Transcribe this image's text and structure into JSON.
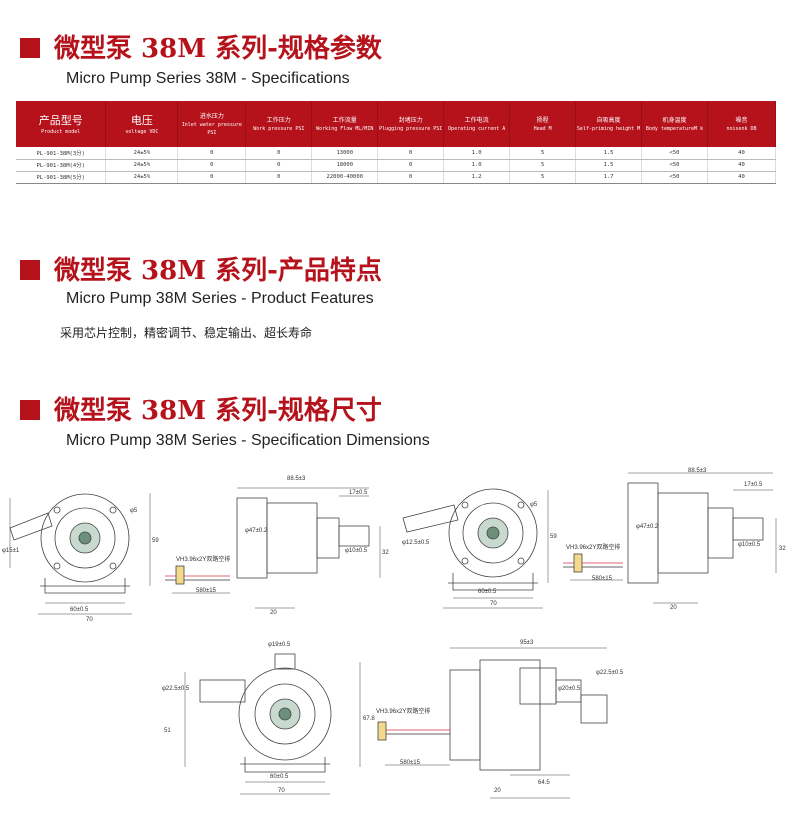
{
  "sections": [
    {
      "title": "微型泵 38M 系列-规格参数",
      "subtitle": "Micro Pump Series 38M - Specifications"
    },
    {
      "title": "微型泵 38M 系列-产品特点",
      "subtitle": "Micro Pump 38M Series - Product Features"
    },
    {
      "title": "微型泵 38M 系列-规格尺寸",
      "subtitle": "Micro Pump 38M Series - Specification Dimensions"
    }
  ],
  "table": {
    "headers": [
      {
        "zh": "产品型号",
        "en": "Product model"
      },
      {
        "zh": "电压",
        "en": "voltage VDC"
      },
      {
        "zh": "进水压力",
        "en": "Inlet water pressure PSI"
      },
      {
        "zh": "工作压力",
        "en": "Work pressure PSI"
      },
      {
        "zh": "工作流量",
        "en": "Working Flow ML/MIN"
      },
      {
        "zh": "封堵压力",
        "en": "Plugging pressure PSI"
      },
      {
        "zh": "工作电流",
        "en": "Operating current A"
      },
      {
        "zh": "扬程",
        "en": "Head M"
      },
      {
        "zh": "自吸高度",
        "en": "Self-priming height M"
      },
      {
        "zh": "机身温度",
        "en": "Body temperatureM k"
      },
      {
        "zh": "噪音",
        "en": "noisenk DB"
      }
    ],
    "rows": [
      [
        "PL-901-38M(3分)",
        "24±5%",
        "0",
        "0",
        "13000",
        "0",
        "1.0",
        "5",
        "1.5",
        "<50",
        "40"
      ],
      [
        "PL-901-38M(4分)",
        "24±5%",
        "0",
        "0",
        "18000",
        "0",
        "1.0",
        "5",
        "1.5",
        "<50",
        "40"
      ],
      [
        "PL-901-38M(5分)",
        "24±5%",
        "0",
        "0",
        "22000-40000",
        "0",
        "1.2",
        "5",
        "1.7",
        "<50",
        "40"
      ]
    ]
  },
  "features": "采用芯片控制，精密调节、稳定输出、超长寿命",
  "dims": {
    "d1": {
      "overall": "88.5±3",
      "nozzle": "17±0.5",
      "height": "59",
      "body": "φ47±0.2",
      "stub": "φ10±0.5",
      "w_in": "60±0.5",
      "w_out": "70",
      "cable": "580±15",
      "base": "20",
      "side": "32",
      "note": "VH3.96x2Y双路空排",
      "r": "φ5",
      "d": "φ15±1"
    },
    "d2": {
      "overall": "88.5±3",
      "nozzle": "17±0.5",
      "height": "59",
      "body": "φ47±0.2",
      "stub": "φ10±0.5",
      "w_in": "60±0.5",
      "w_out": "70",
      "cable": "580±15",
      "base": "20",
      "side": "32",
      "note": "VH3.96x2Y双路空排",
      "r": "φ5",
      "d": "φ12.5±0.5"
    },
    "d3": {
      "top": "φ19±0.5",
      "side": "φ22.5±0.5",
      "height": "51",
      "h2": "67.8",
      "w_in": "60±0.5",
      "w_out": "70"
    },
    "d4": {
      "overall": "95±3",
      "stub": "φ20±0.5",
      "stub2": "φ22.5±0.5",
      "note": "VH3.96x2Y双路空排",
      "cable": "580±15",
      "base": "20",
      "side": "64.5"
    }
  }
}
